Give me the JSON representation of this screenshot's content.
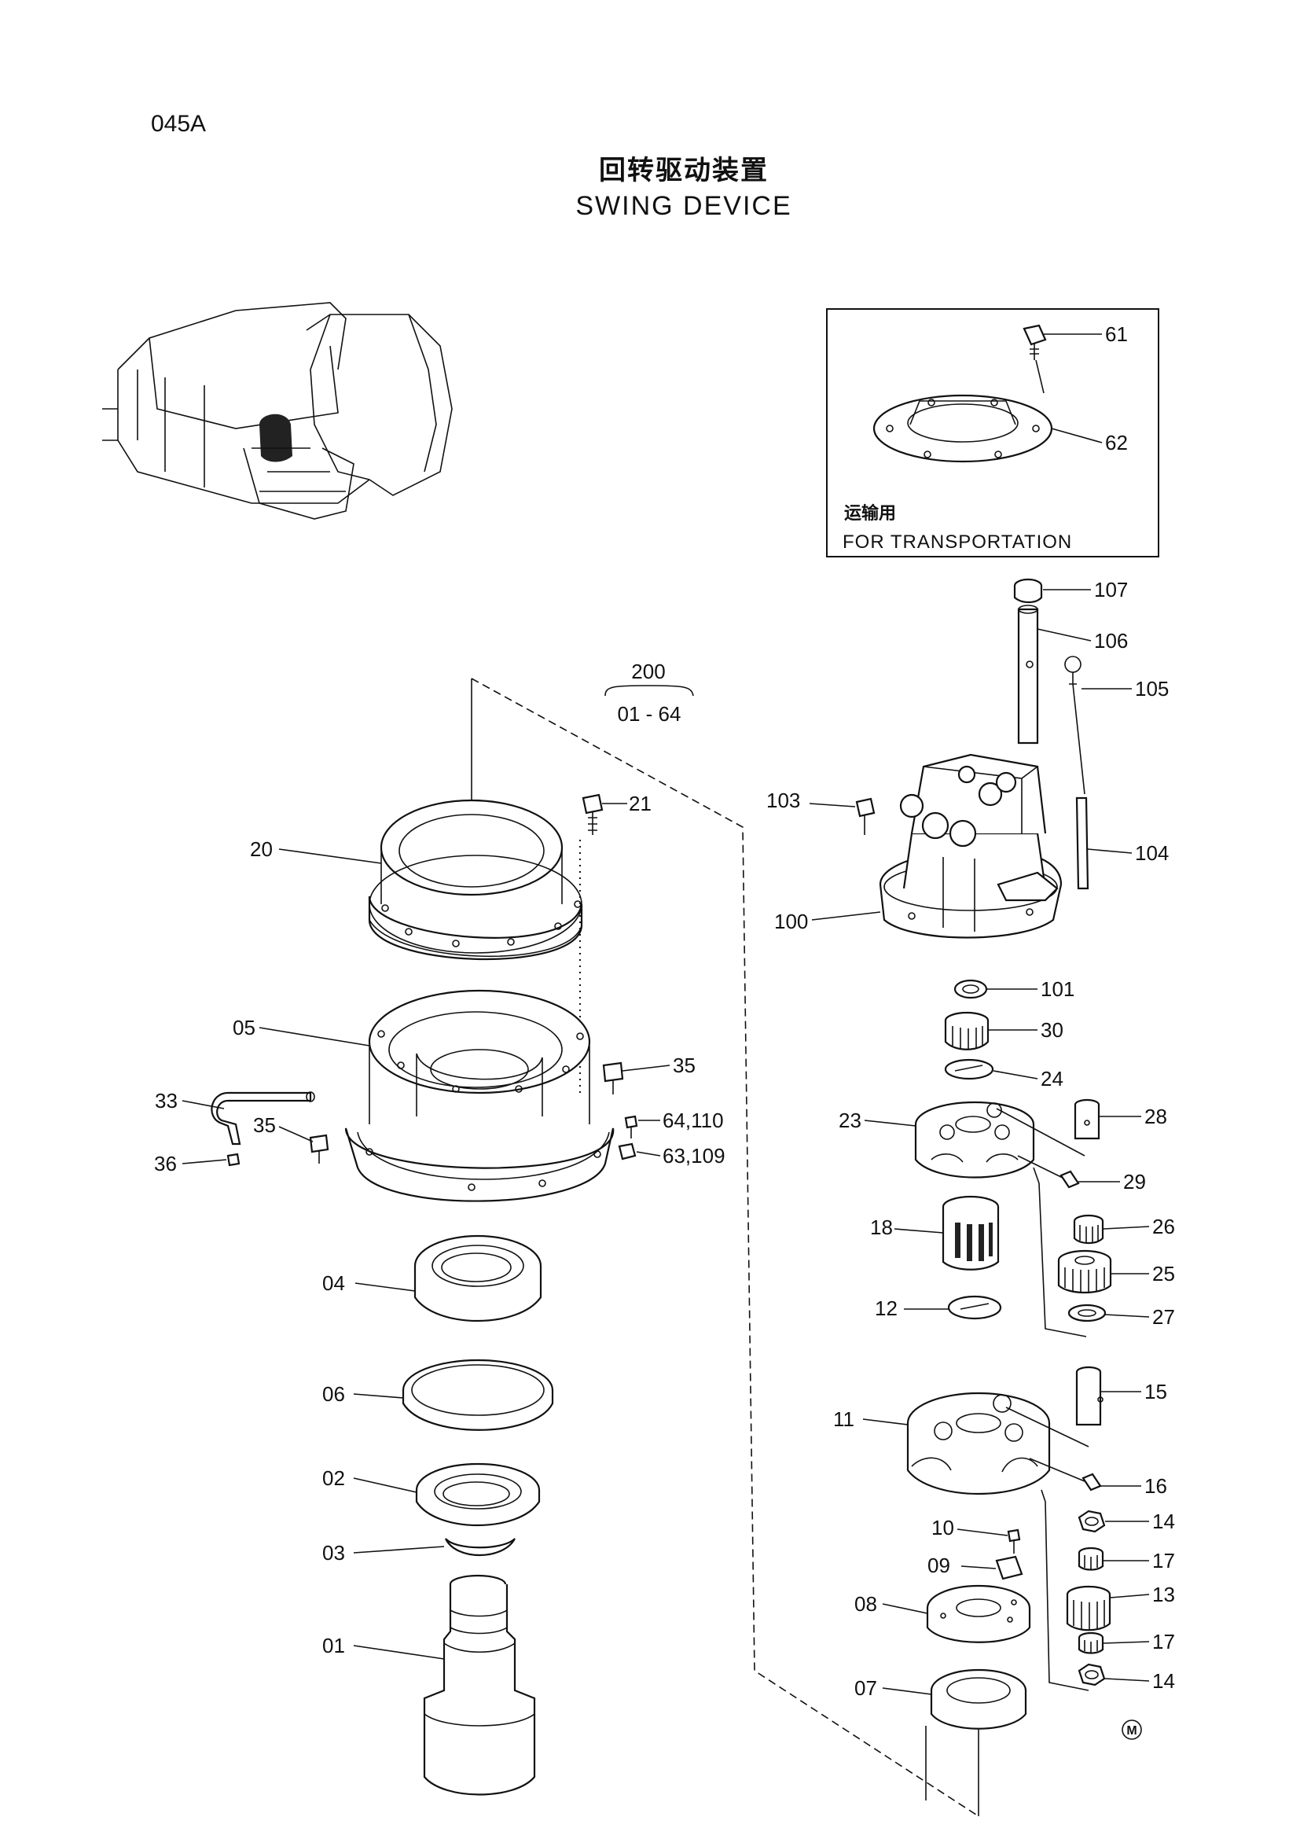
{
  "page": {
    "code": "045A",
    "title_cn": "回转驱动装置",
    "title_en": "SWING DEVICE"
  },
  "transport_box": {
    "label_cn": "运输用",
    "label_en": "FOR TRANSPORTATION"
  },
  "assembly_group": {
    "number": "200",
    "range": "01 - 64"
  },
  "callouts": {
    "c61": "61",
    "c62": "62",
    "c107": "107",
    "c106": "106",
    "c105": "105",
    "c104": "104",
    "c103": "103",
    "c100": "100",
    "c101": "101",
    "c30": "30",
    "c24": "24",
    "c23": "23",
    "c28": "28",
    "c29": "29",
    "c18": "18",
    "c26": "26",
    "c25": "25",
    "c12": "12",
    "c27": "27",
    "c11": "11",
    "c15": "15",
    "c16": "16",
    "c10": "10",
    "c14a": "14",
    "c09": "09",
    "c17a": "17",
    "c08": "08",
    "c13": "13",
    "c17b": "17",
    "c07": "07",
    "c14b": "14",
    "c20": "20",
    "c21": "21",
    "c05": "05",
    "c35a": "35",
    "c33": "33",
    "c35b": "35",
    "c36": "36",
    "c64_110": "64,110",
    "c63_109": "63,109",
    "c04": "04",
    "c06": "06",
    "c02": "02",
    "c03": "03",
    "c01": "01"
  },
  "marks": {
    "circled_m": "M"
  }
}
